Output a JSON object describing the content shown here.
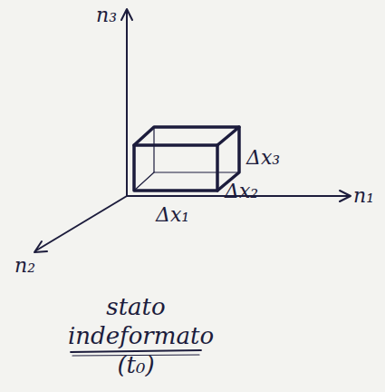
{
  "diagram": {
    "caption": "stato indeformato (t₀)",
    "labels": [
      "n₃",
      "n₁",
      "n₂",
      "Δx₃",
      "Δx₂",
      "Δx₁"
    ]
  }
}
